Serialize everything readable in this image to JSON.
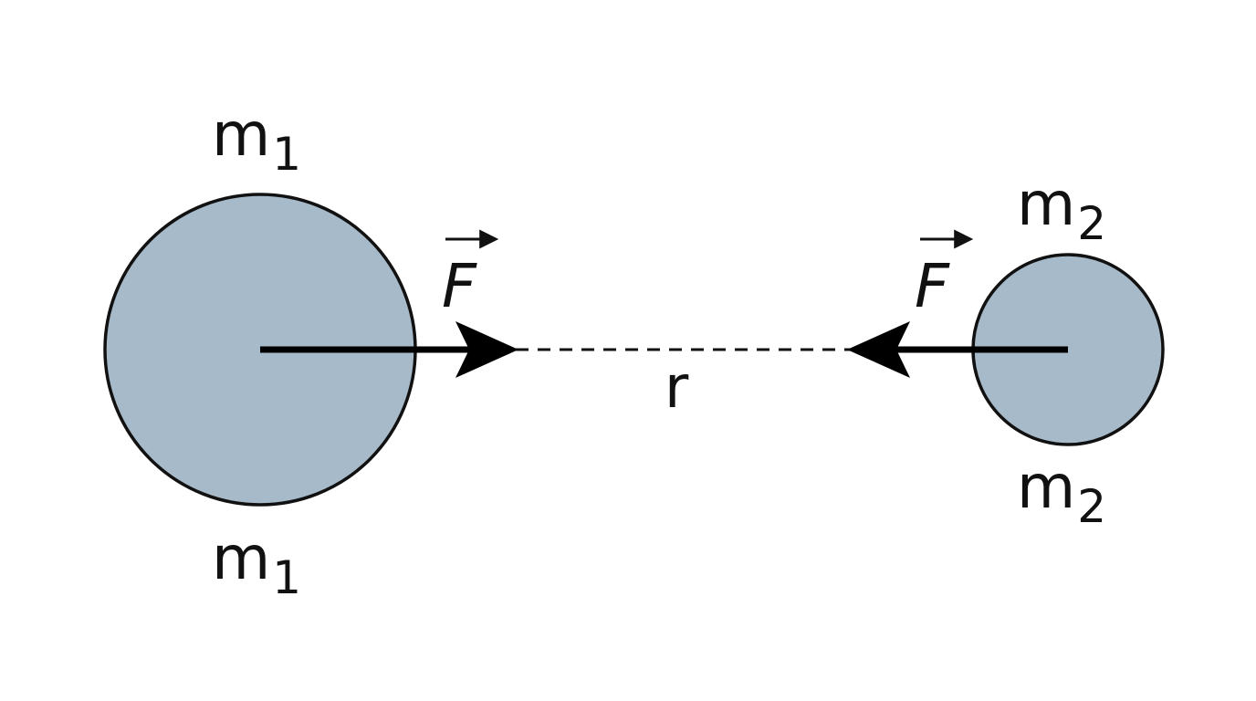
{
  "colors": {
    "background": "#ffffff",
    "mass_fill": "#a7bac9",
    "outline": "#111111",
    "arrow": "#000000"
  },
  "masses": [
    {
      "id": "m1",
      "symbol": "m",
      "subscript": "1"
    },
    {
      "id": "m2",
      "symbol": "m",
      "subscript": "2"
    }
  ],
  "forces": [
    {
      "symbol": "F",
      "vector": true,
      "direction": "right"
    },
    {
      "symbol": "F",
      "vector": true,
      "direction": "left"
    }
  ],
  "separation": {
    "label": "r",
    "style": "dashed"
  }
}
